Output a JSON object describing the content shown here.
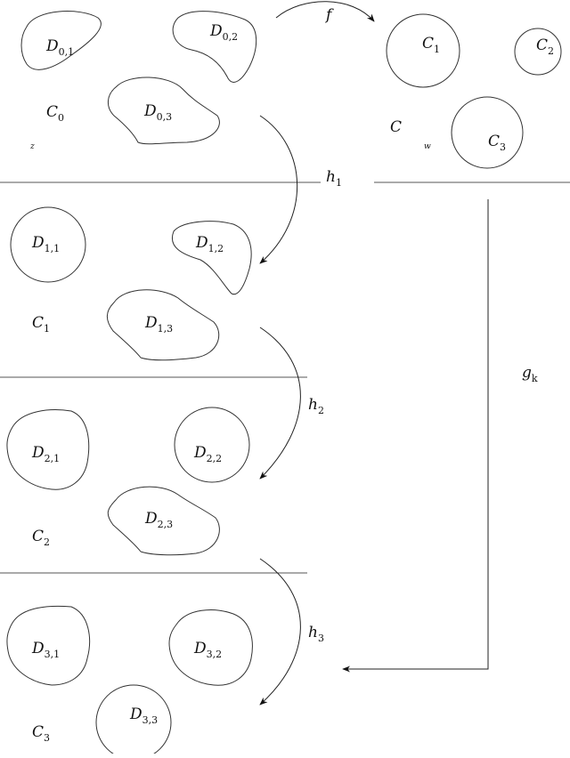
{
  "regions": {
    "C0": {
      "main": "C",
      "sub": "0"
    },
    "C1": {
      "main": "C",
      "sub": "1"
    },
    "C2": {
      "main": "C",
      "sub": "2"
    },
    "C3": {
      "main": "C",
      "sub": "3"
    },
    "C": {
      "main": "C"
    },
    "small_z": "z",
    "small_w": "w"
  },
  "domains": {
    "D01": {
      "main": "D",
      "sub": "0,1"
    },
    "D02": {
      "main": "D",
      "sub": "0,2"
    },
    "D03": {
      "main": "D",
      "sub": "0,3"
    },
    "D11": {
      "main": "D",
      "sub": "1,1"
    },
    "D12": {
      "main": "D",
      "sub": "1,2"
    },
    "D13": {
      "main": "D",
      "sub": "1,3"
    },
    "D21": {
      "main": "D",
      "sub": "2,1"
    },
    "D22": {
      "main": "D",
      "sub": "2,2"
    },
    "D23": {
      "main": "D",
      "sub": "2,3"
    },
    "D31": {
      "main": "D",
      "sub": "3,1"
    },
    "D32": {
      "main": "D",
      "sub": "3,2"
    },
    "D33": {
      "main": "D",
      "sub": "3,3"
    }
  },
  "target_circles": {
    "C1": {
      "main": "C",
      "sub": "1"
    },
    "C2": {
      "main": "C",
      "sub": "2"
    },
    "C3": {
      "main": "C",
      "sub": "3"
    }
  },
  "maps": {
    "f": {
      "main": "f"
    },
    "h1": {
      "main": "h",
      "sub": "1"
    },
    "h2": {
      "main": "h",
      "sub": "2"
    },
    "h3": {
      "main": "h",
      "sub": "3"
    },
    "gk": {
      "main": "g",
      "sub": "k"
    }
  }
}
